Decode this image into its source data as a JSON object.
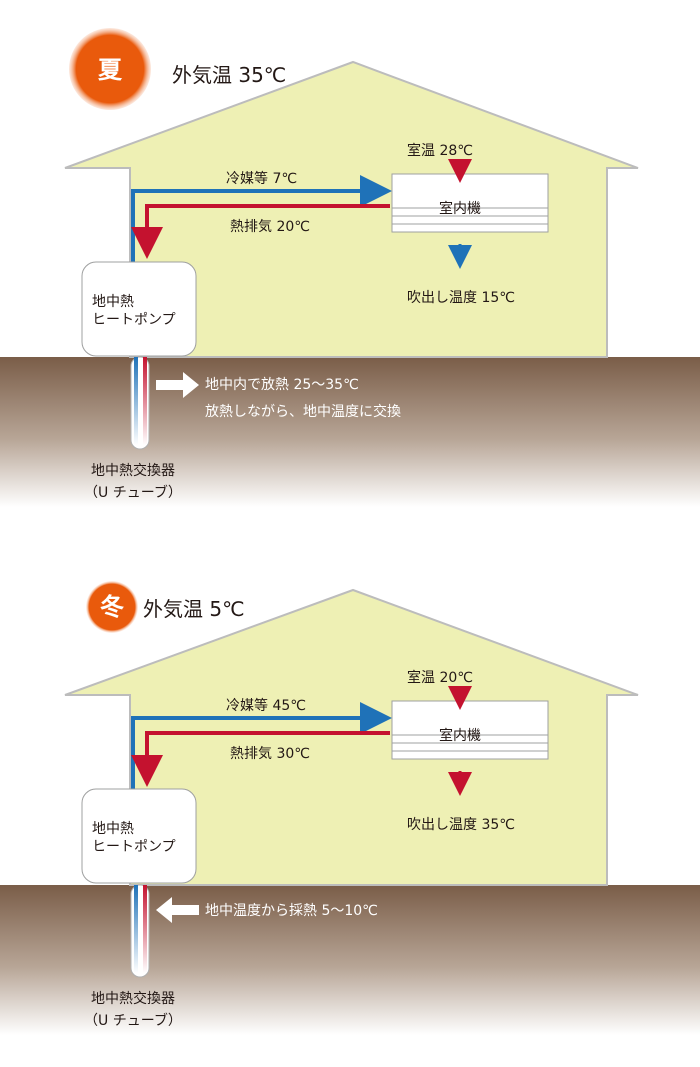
{
  "colors": {
    "house_fill": "#eef0b4",
    "house_stroke": "#bcbcbc",
    "ground_top": "#7a5d48",
    "ground_bottom": "#ffffff",
    "pipe_blue": "#1f72b8",
    "pipe_red": "#c4122f",
    "season_badge": "#e95a0c",
    "text": "#231815"
  },
  "summer": {
    "season": "夏",
    "outdoor_temp": "外気温 35℃",
    "refrigerant": "冷媒等 7℃",
    "exhaust_heat": "熱排気 20℃",
    "room_temp": "室温 28℃",
    "indoor_unit": "室内機",
    "outlet_temp": "吹出し温度 15℃",
    "heat_pump_line1": "地中熱",
    "heat_pump_line2": "ヒートポンプ",
    "ground_line1": "地中内で放熱 25〜35℃",
    "ground_line2": "放熱しながら、地中温度に交換",
    "exchanger_line1": "地中熱交換器",
    "exchanger_line2": "（U チューブ）"
  },
  "winter": {
    "season": "冬",
    "outdoor_temp": "外気温 5℃",
    "refrigerant": "冷媒等 45℃",
    "exhaust_heat": "熱排気 30℃",
    "room_temp": "室温 20℃",
    "indoor_unit": "室内機",
    "outlet_temp": "吹出し温度 35℃",
    "heat_pump_line1": "地中熱",
    "heat_pump_line2": "ヒートポンプ",
    "ground_line1": "地中温度から採熱 5〜10℃",
    "exchanger_line1": "地中熱交換器",
    "exchanger_line2": "（U チューブ）"
  }
}
